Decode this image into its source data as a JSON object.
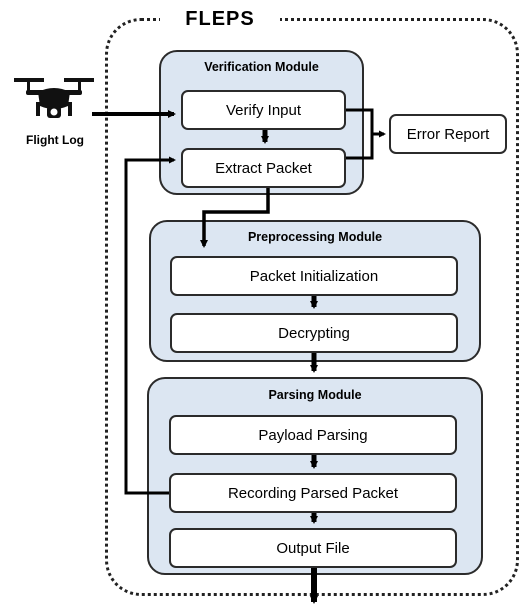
{
  "system": {
    "title": "FLEPS"
  },
  "source": {
    "label": "Flight Log",
    "icon": "drone-icon"
  },
  "modules": {
    "verification": {
      "title": "Verification Module",
      "steps": [
        "Verify Input",
        "Extract Packet"
      ]
    },
    "preprocessing": {
      "title": "Preprocessing Module",
      "steps": [
        "Packet Initialization",
        "Decrypting"
      ]
    },
    "parsing": {
      "title": "Parsing Module",
      "steps": [
        "Payload Parsing",
        "Recording Parsed Packet",
        "Output File"
      ]
    }
  },
  "error": {
    "label": "Error Report"
  },
  "colors": {
    "module_fill": "#dce6f2",
    "border": "#2b2b2b",
    "arrow": "#000000"
  }
}
